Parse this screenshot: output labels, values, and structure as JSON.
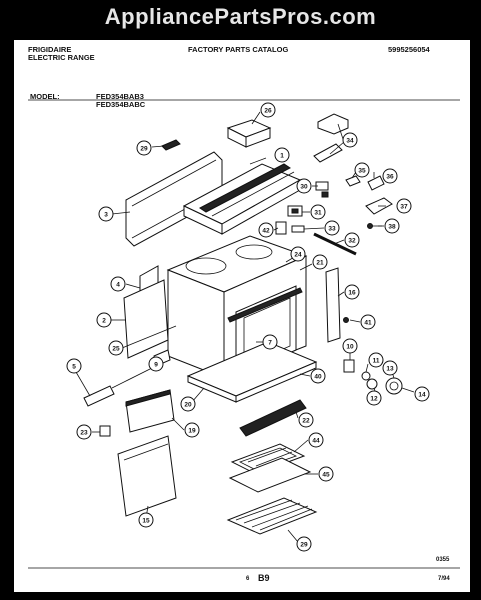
{
  "watermark": "AppliancePartsPros.com",
  "header": {
    "brand": "FRIGIDAIRE",
    "product": "ELECTRIC RANGE",
    "catalog": "FACTORY PARTS CATALOG",
    "catalog_number": "5995256054"
  },
  "model": {
    "label": "MODEL:",
    "numbers": [
      "FED354BAB3",
      "FED354BABC"
    ]
  },
  "callouts": [
    "26",
    "1",
    "29",
    "34",
    "3",
    "30",
    "35",
    "36",
    "31",
    "37",
    "42",
    "33",
    "38",
    "32",
    "24",
    "21",
    "4",
    "16",
    "2",
    "7",
    "41",
    "25",
    "10",
    "11",
    "5",
    "9",
    "13",
    "40",
    "12",
    "14",
    "20",
    "22",
    "23",
    "19",
    "44",
    "45",
    "15",
    "29"
  ],
  "footer": {
    "drawing_code": "0355",
    "page": "B9",
    "page_prefix": "6",
    "date": "7/94"
  }
}
